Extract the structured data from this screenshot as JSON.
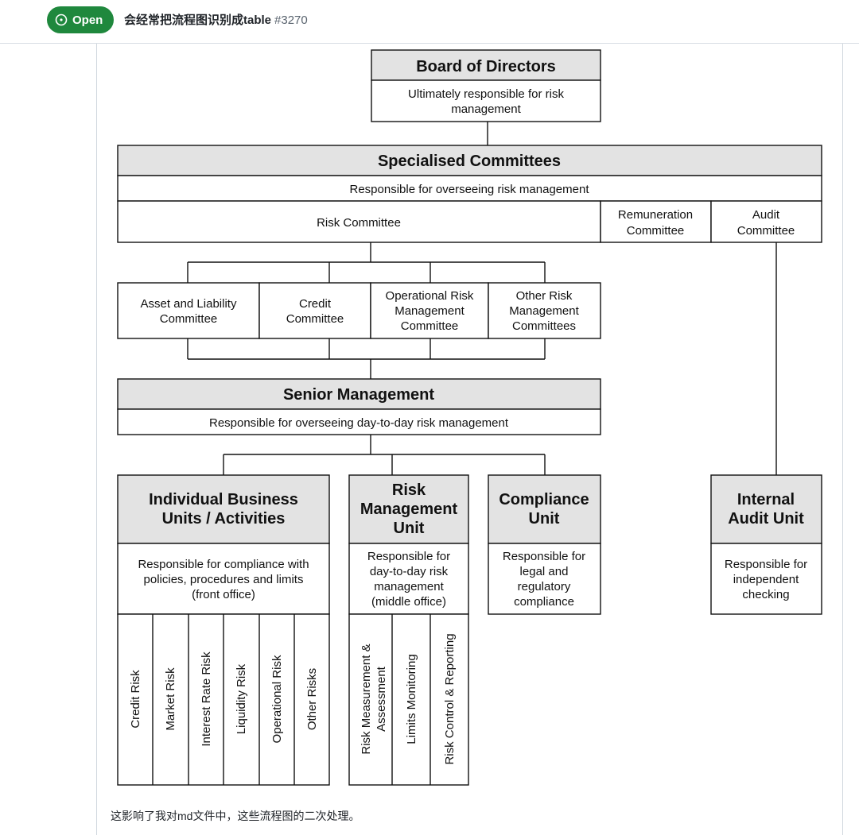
{
  "issue": {
    "state_label": "Open",
    "title": "会经常把流程图识别成table",
    "number": "#3270"
  },
  "diagram": {
    "board": {
      "title": "Board of Directors",
      "desc": [
        "Ultimately responsible for risk",
        "management"
      ]
    },
    "committees": {
      "title": "Specialised Committees",
      "desc": "Responsible for overseeing risk management",
      "risk": "Risk Committee",
      "remuneration": [
        "Remuneration",
        "Committee"
      ],
      "audit": [
        "Audit",
        "Committee"
      ]
    },
    "sub_committees": [
      [
        "Asset and Liability",
        "Committee"
      ],
      [
        "Credit",
        "Committee"
      ],
      [
        "Operational Risk",
        "Management",
        "Committee"
      ],
      [
        "Other Risk",
        "Management",
        "Committees"
      ]
    ],
    "senior": {
      "title": "Senior Management",
      "desc": "Responsible for overseeing day-to-day risk management"
    },
    "business": {
      "title": [
        "Individual Business",
        "Units / Activities"
      ],
      "desc": [
        "Responsible for compliance with",
        "policies, procedures and limits",
        "(front office)"
      ],
      "columns": [
        "Credit Risk",
        "Market Risk",
        "Interest Rate Risk",
        "Liquidity Risk",
        "Operational Risk",
        "Other Risks"
      ]
    },
    "rmu": {
      "title": [
        "Risk",
        "Management",
        "Unit"
      ],
      "desc": [
        "Responsible for",
        "day-to-day risk",
        "management",
        "(middle office)"
      ],
      "columns": [
        [
          "Risk Measurement &",
          "Assessment"
        ],
        [
          "Limits Monitoring"
        ],
        [
          "Risk Control & Reporting"
        ]
      ]
    },
    "compliance": {
      "title": [
        "Compliance",
        "Unit"
      ],
      "desc": [
        "Responsible for",
        "legal and",
        "regulatory",
        "compliance"
      ]
    },
    "audit_unit": {
      "title": [
        "Internal",
        "Audit Unit"
      ],
      "desc": [
        "Responsible for",
        "independent",
        "checking"
      ]
    },
    "colors": {
      "header_fill": "#e3e3e3",
      "line": "#111111"
    }
  },
  "comment": "这影响了我对md文件中，这些流程图的二次处理。"
}
